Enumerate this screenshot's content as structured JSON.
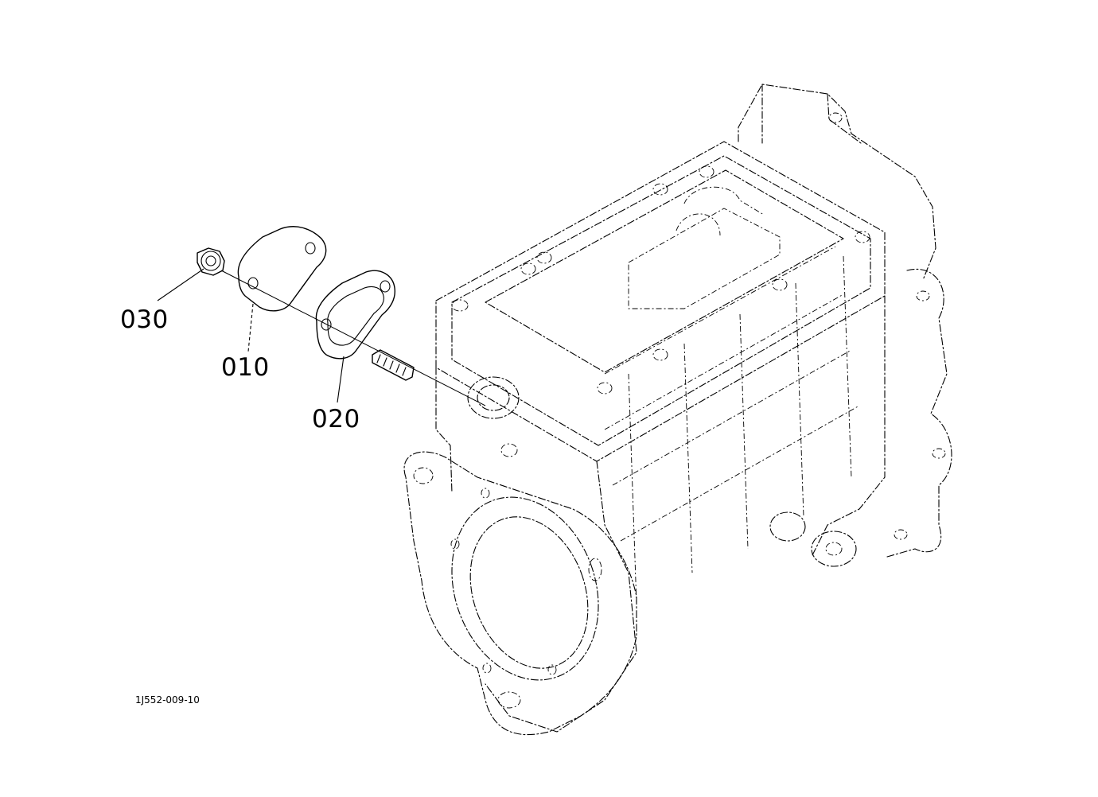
{
  "figure_code": "1J552-009-10",
  "callouts": {
    "cover": "010",
    "gasket": "020",
    "nut": "030"
  }
}
